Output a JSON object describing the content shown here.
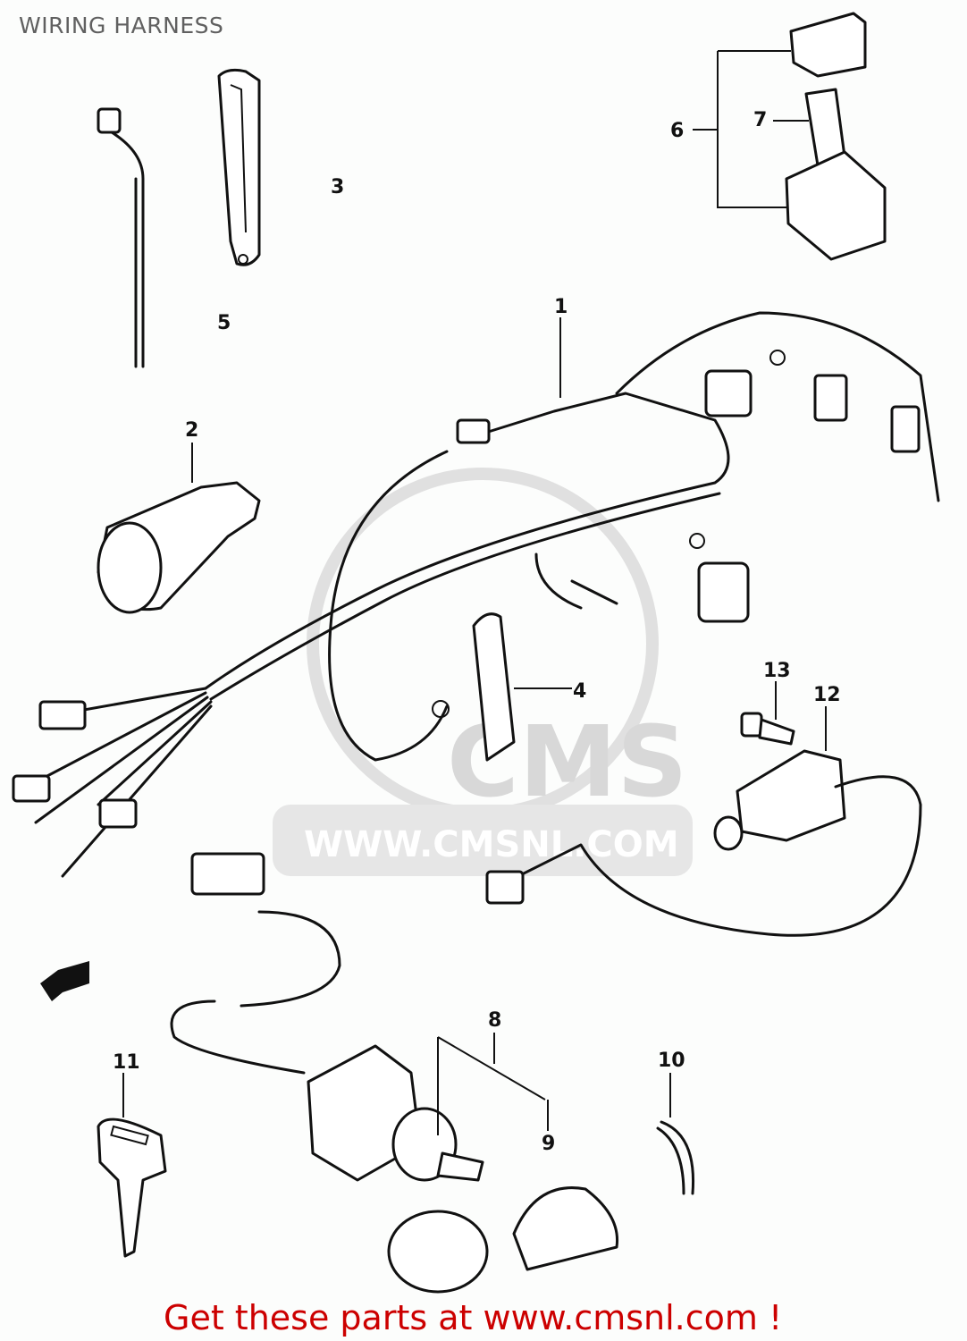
{
  "title": "WIRING HARNESS",
  "watermark": {
    "logo": "CMS",
    "url": "WWW.CMSNL.COM"
  },
  "callouts": [
    "1",
    "2",
    "3",
    "4",
    "5",
    "6",
    "7",
    "8",
    "9",
    "10",
    "11",
    "12",
    "13"
  ],
  "footer": "Get these parts at www.cmsnl.com !",
  "colors": {
    "footer": "#cc0000",
    "title": "#606060"
  }
}
